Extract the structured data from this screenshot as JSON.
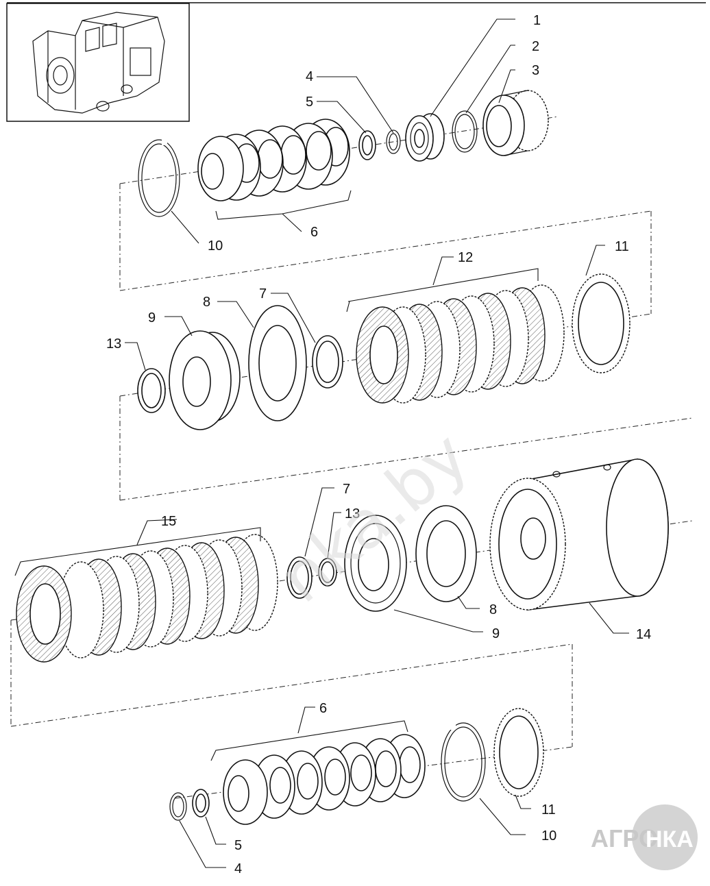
{
  "labels": {
    "n1": "1",
    "n2": "2",
    "n3": "3",
    "n4a": "4",
    "n5a": "5",
    "n6a": "6",
    "n10a": "10",
    "n11a": "11",
    "n12": "12",
    "n8a": "8",
    "n7a": "7",
    "n9a": "9",
    "n13a": "13",
    "n15": "15",
    "n7b": "7",
    "n13b": "13",
    "n8b": "8",
    "n9b": "9",
    "n14": "14",
    "n6b": "6",
    "n11b": "11",
    "n10b": "10",
    "n5b": "5",
    "n4b": "4"
  },
  "watermark": "nka.by",
  "brand": {
    "left": "АГРО",
    "right": "НКА",
    "color": "#c8c8c8"
  }
}
